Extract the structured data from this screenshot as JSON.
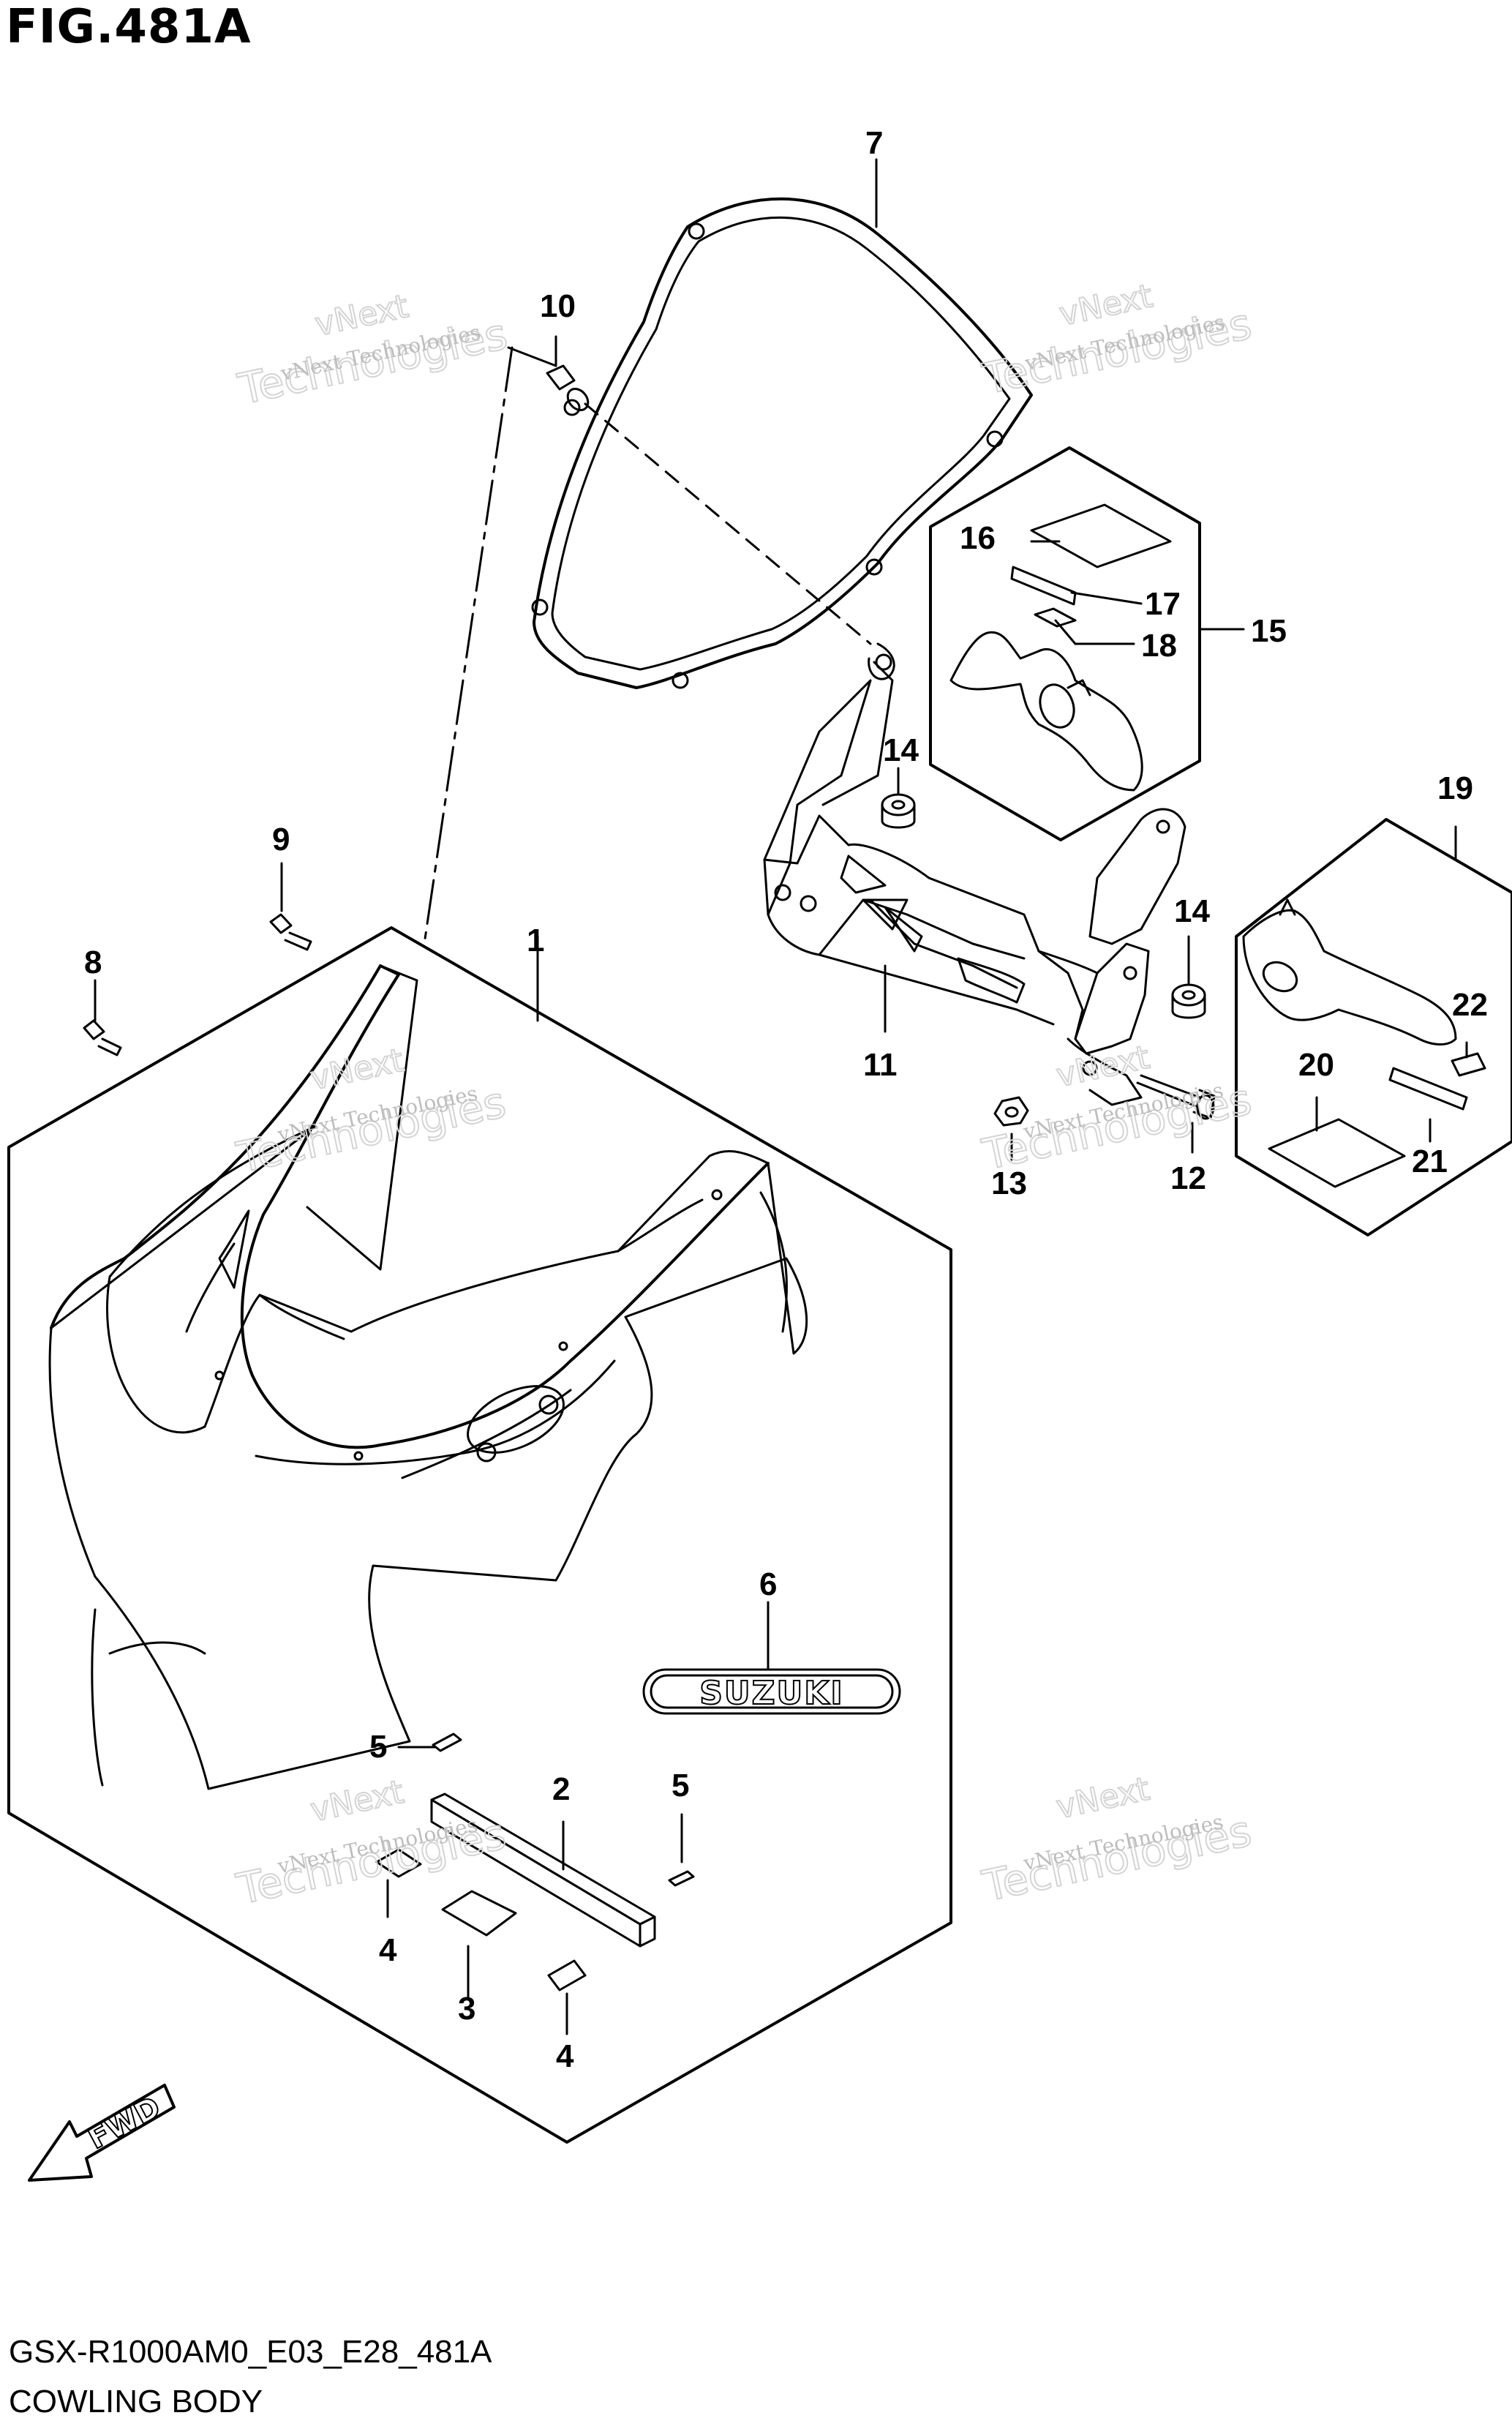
{
  "figure": {
    "title": "FIG.481A",
    "model_code": "GSX-R1000AM0_E03_E28_481A",
    "section_name": "COWLING BODY"
  },
  "callouts": {
    "c1": "1",
    "c2": "2",
    "c3": "3",
    "c4a": "4",
    "c4b": "4",
    "c5a": "5",
    "c5b": "5",
    "c6": "6",
    "c7": "7",
    "c8": "8",
    "c9": "9",
    "c10": "10",
    "c11": "11",
    "c12": "12",
    "c13": "13",
    "c14a": "14",
    "c14b": "14",
    "c15": "15",
    "c16": "16",
    "c17": "17",
    "c18": "18",
    "c19": "19",
    "c20": "20",
    "c21": "21",
    "c22": "22"
  },
  "emblem_text": "SUZUKI",
  "fwd_label": "FWD",
  "watermark": {
    "line1": "vNext Technologies",
    "line2a": "vNext",
    "line2b": "Technologies"
  },
  "colors": {
    "line": "#000000",
    "watermark": "#bdbdbd",
    "background": "#ffffff"
  }
}
